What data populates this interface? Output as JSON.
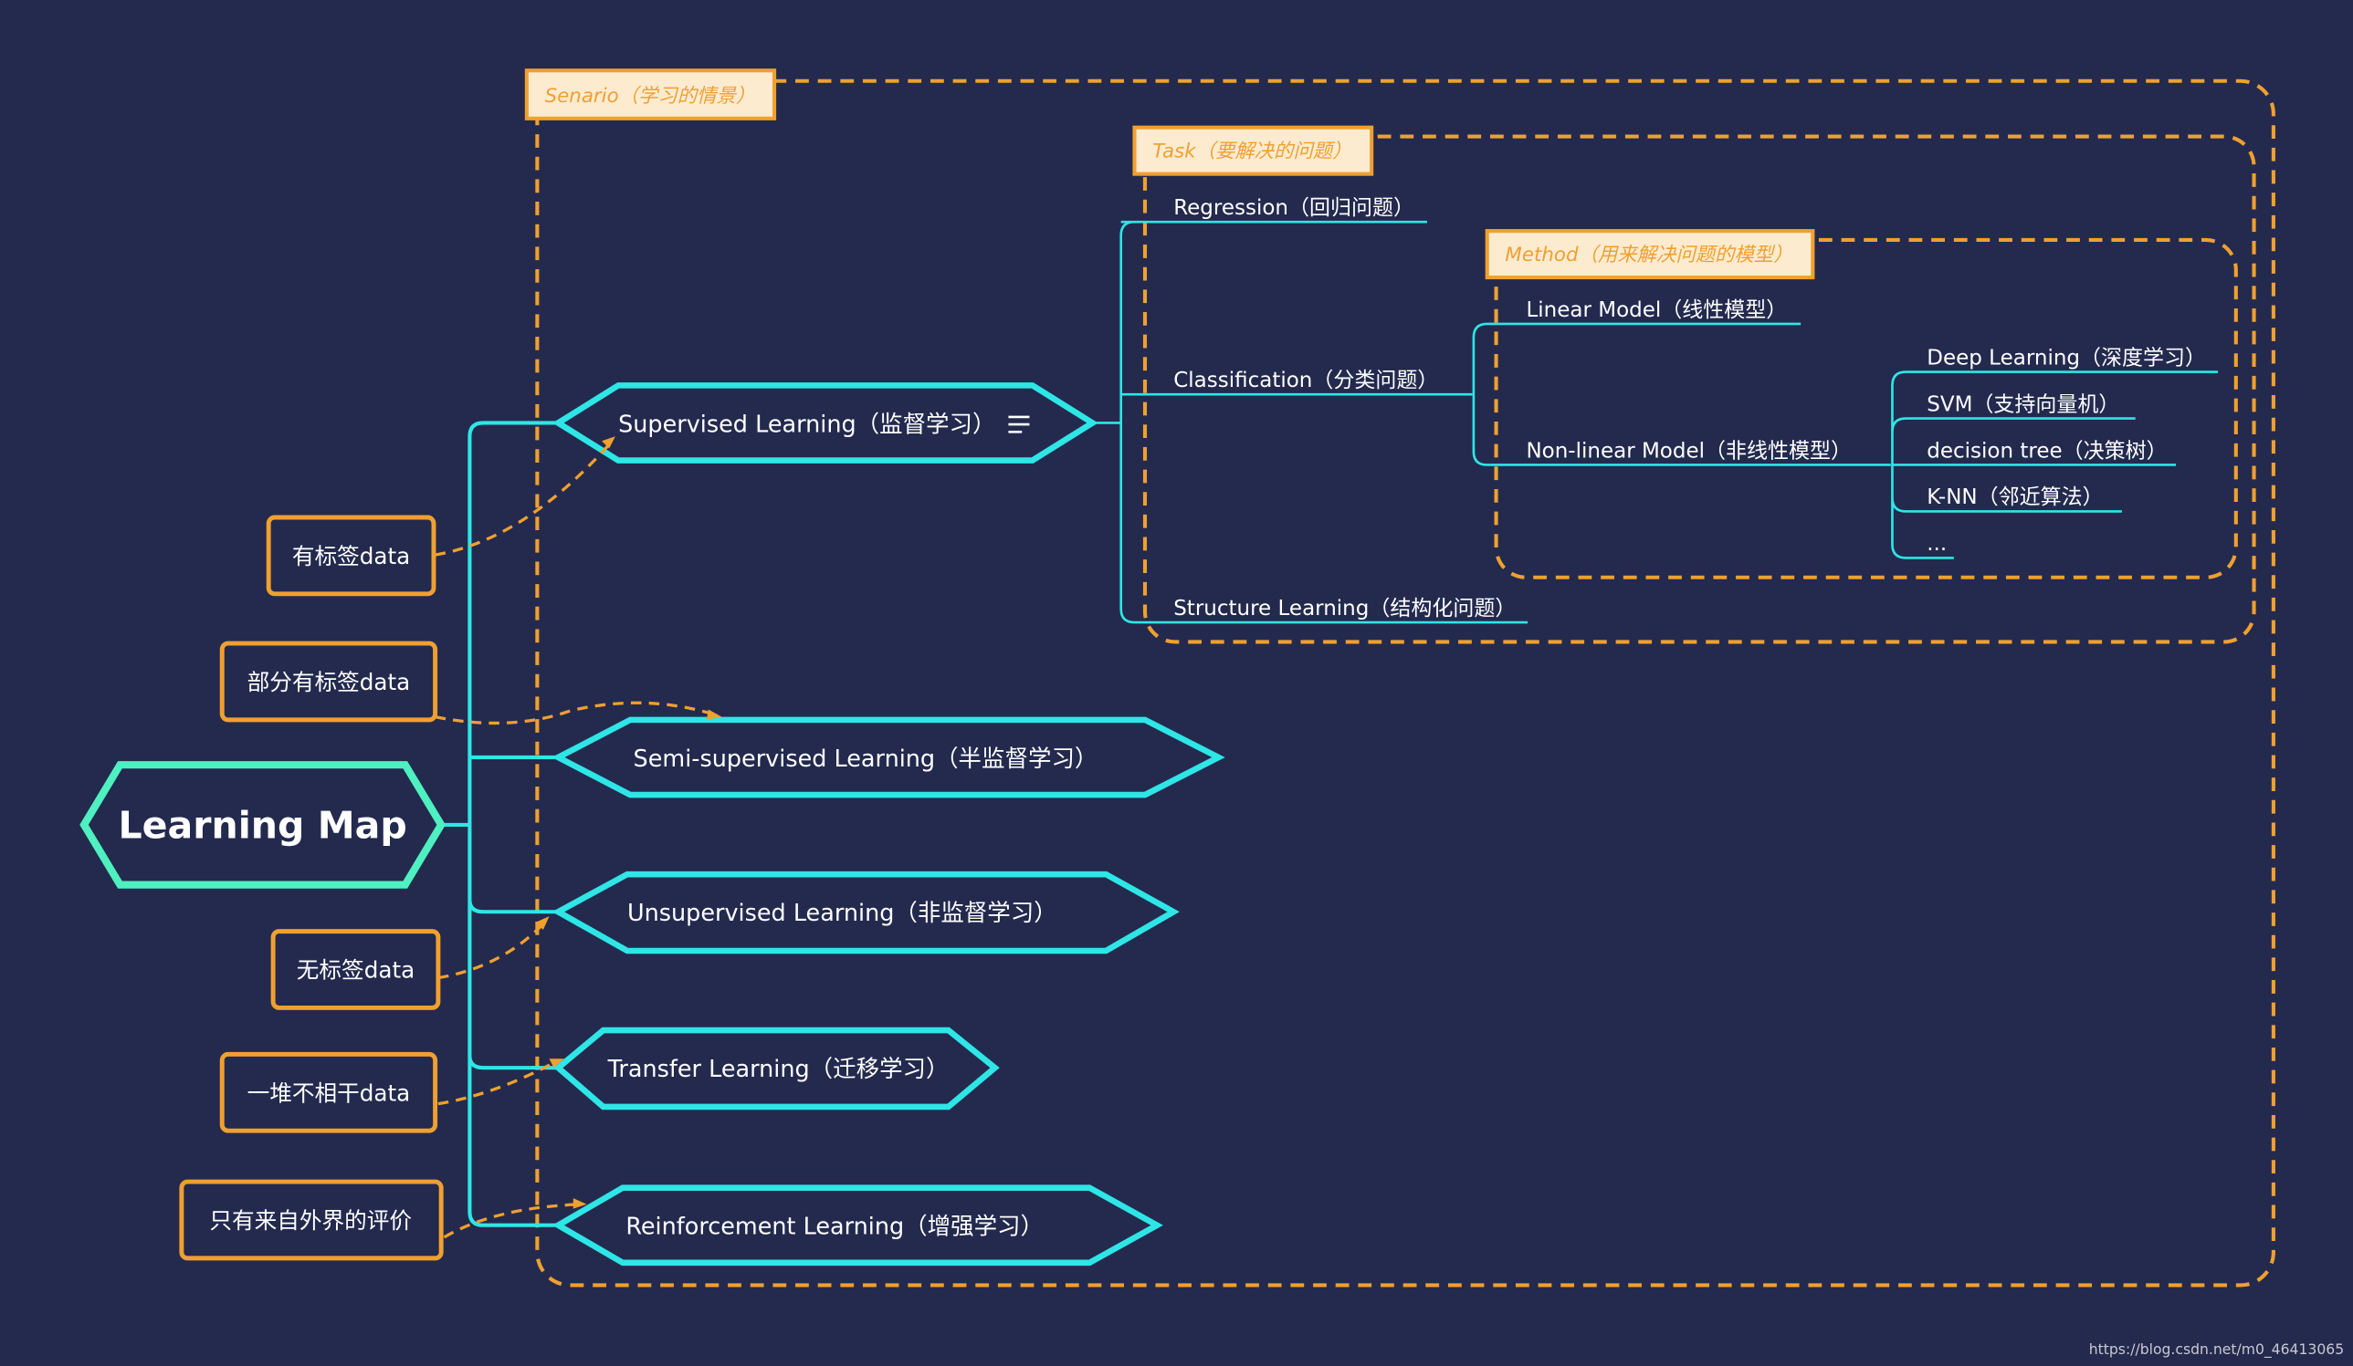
{
  "colors": {
    "background": "#232a4e",
    "cyan": "#2ee6e6",
    "orange": "#f0a030",
    "root": "#4ef0c0"
  },
  "root": {
    "label": "Learning Map"
  },
  "frames": {
    "scenario": "Senario（学习的情景）",
    "task": "Task（要解决的问题）",
    "method": "Method（用来解决问题的模型）"
  },
  "scenarios": [
    {
      "label": "Supervised Learning（监督学习）",
      "data_source": "有标签data",
      "icon": "menu-icon"
    },
    {
      "label": "Semi-supervised Learning（半监督学习）",
      "data_source": "部分有标签data"
    },
    {
      "label": "Unsupervised Learning（非监督学习）",
      "data_source": "无标签data"
    },
    {
      "label": "Transfer Learning（迁移学习）",
      "data_source": "一堆不相干data"
    },
    {
      "label": "Reinforcement Learning（增强学习）",
      "data_source": "只有来自外界的评价"
    }
  ],
  "tasks": [
    "Regression（回归问题）",
    "Classification（分类问题）",
    "Structure Learning（结构化问题）"
  ],
  "methods": [
    "Linear Model（线性模型）",
    "Non-linear Model（非线性模型）"
  ],
  "nonlinear_methods": [
    "Deep Learning（深度学习）",
    "SVM（支持向量机）",
    "decision tree（决策树）",
    "K-NN（邻近算法）",
    "..."
  ],
  "watermark": "https://blog.csdn.net/m0_46413065"
}
